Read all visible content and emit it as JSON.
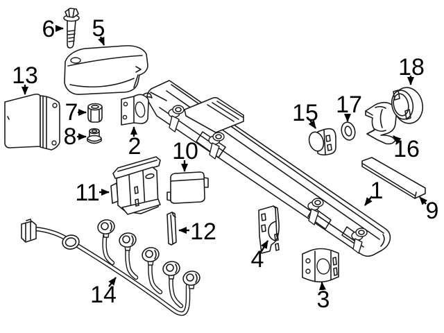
{
  "figure": {
    "type": "exploded-parts-diagram",
    "background": "#ffffff",
    "line_color": "#1a1a1a",
    "label_color": "#000000"
  },
  "callouts": [
    {
      "label": "1"
    },
    {
      "label": "2"
    },
    {
      "label": "3"
    },
    {
      "label": "4"
    },
    {
      "label": "5"
    },
    {
      "label": "6"
    },
    {
      "label": "7"
    },
    {
      "label": "8"
    },
    {
      "label": "9"
    },
    {
      "label": "10"
    },
    {
      "label": "11"
    },
    {
      "label": "12"
    },
    {
      "label": "13"
    },
    {
      "label": "14"
    },
    {
      "label": "15"
    },
    {
      "label": "16"
    },
    {
      "label": "17"
    },
    {
      "label": "18"
    }
  ]
}
